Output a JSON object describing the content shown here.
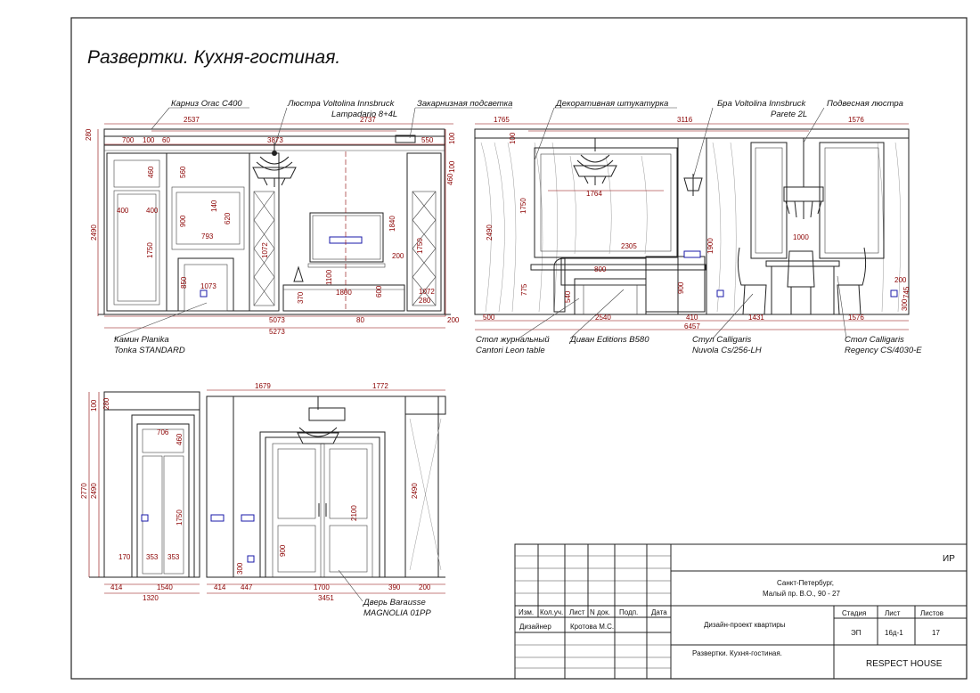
{
  "title": "Развертки. Кухня-гостиная.",
  "labels": {
    "cornice": "Карниз Orac C400",
    "chandelier_top_1": "Люстра Voltolina Innsbruck",
    "chandelier_top_2": "Lampadario 8+4L",
    "hidden_light": "Закарнизная подсветка",
    "deco_plaster": "Декоративная штукатурка",
    "sconce_1": "Бра Voltolina Innsbruck",
    "sconce_2": "Parete 2L",
    "pendant": "Подвесная люстра",
    "fireplace_1": "Камин Planika",
    "fireplace_2": "Tonka STANDARD",
    "coffee_table_1": "Стол журнальный",
    "coffee_table_2": "Cantori Leon table",
    "sofa": "Диван Editions B580",
    "chair_1": "Стул Calligaris",
    "chair_2": "Nuvola Cs/256-LH",
    "table_1": "Стол Calligaris",
    "table_2": "Regency CS/4030-E",
    "door_1": "Дверь Barausse",
    "door_2": "MAGNOLIA 01PP"
  },
  "dims": {
    "d2537": "2537",
    "d2737": "2737",
    "d280a": "280",
    "d700": "700",
    "d100a": "100",
    "d60": "60",
    "d3873": "3873",
    "d550": "550",
    "d100b": "100",
    "d100c": "100",
    "d460a": "460",
    "d560": "560",
    "d2490a": "2490",
    "d400a": "400",
    "d400b": "400",
    "d900a": "900",
    "d140": "140",
    "d620": "620",
    "d793": "793",
    "d1750a": "1750",
    "d1072": "1072",
    "d1840": "1840",
    "d1750b": "1750",
    "d460b": "460",
    "d200a": "200",
    "d1073": "1073",
    "d850": "850",
    "d1100": "1100",
    "d1800": "1800",
    "d600": "600",
    "d370": "370",
    "d1072b": "1072",
    "d280b": "280",
    "d5073": "5073",
    "d80": "80",
    "d200b": "200",
    "d5273": "5273",
    "r1765": "1765",
    "r3116": "3116",
    "r1576a": "1576",
    "r100": "100",
    "r1750": "1750",
    "r1764": "1764",
    "r2490": "2490",
    "r2305": "2305",
    "r1900": "1900",
    "r1000": "1000",
    "r800": "800",
    "r540": "540",
    "r775": "775",
    "r900": "900",
    "r745": "745",
    "r200": "200",
    "r300": "300",
    "r500": "500",
    "r2540": "2540",
    "r410": "410",
    "r1431": "1431",
    "r1576b": "1576",
    "r6457": "6457",
    "b1679": "1679",
    "b1772": "1772",
    "b100": "100",
    "b280": "280",
    "b2770": "2770",
    "b2490": "2490",
    "b706": "706",
    "b460": "460",
    "b1750": "1750",
    "b170": "170",
    "b353a": "353",
    "b353b": "353",
    "b2100": "2100",
    "b900": "900",
    "b300": "300",
    "b2490b": "2490",
    "b414a": "414",
    "b1540": "1540",
    "b1320": "1320",
    "b414b": "414",
    "b447": "447",
    "b1700": "1700",
    "b390": "390",
    "b200": "200",
    "b3451": "3451"
  },
  "title_block": {
    "ir": "ИР",
    "city": "Санкт-Петербург,",
    "address": "Малый пр. В.О., 90 - 27",
    "h_izm": "Изм.",
    "h_kolch": "Кол.уч.",
    "h_list": "Лист",
    "h_ndok": "N док.",
    "h_podp": "Подп.",
    "h_data": "Дата",
    "role": "Дизайнер",
    "person": "Кротова М.С.",
    "project": "Дизайн-проект квартиры",
    "h_stage": "Стадия",
    "h_sheet": "Лист",
    "h_sheets": "Листов",
    "stage": "ЭП",
    "sheet": "16д-1",
    "sheets": "17",
    "drawing": "Развертки. Кухня-гостиная.",
    "company": "RESPECT HOUSE"
  },
  "colors": {
    "dimension": "#8b0000",
    "socket": "#1a1aa8",
    "line": "#222222"
  }
}
